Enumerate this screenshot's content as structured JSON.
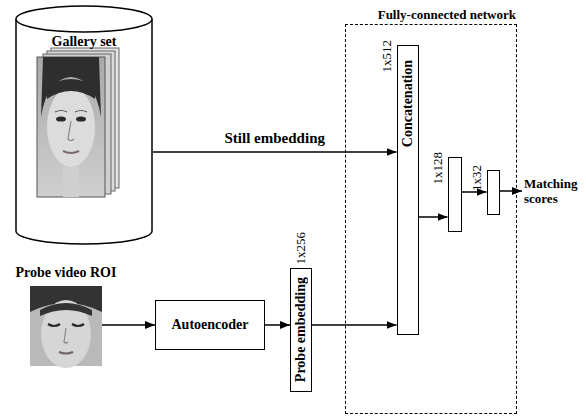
{
  "diagram": {
    "nodes": [
      {
        "text": [
          "Gallery set"
        ]
      },
      {
        "text": [
          "Probe video ROI"
        ]
      },
      {
        "text": [
          "Autoencoder"
        ]
      },
      {
        "text": [
          "1x256",
          "Probe embedding"
        ]
      },
      {
        "text": [
          "Fully-connected network"
        ]
      },
      {
        "text": [
          "1x512",
          "Concatenation"
        ],
        "in": 4
      },
      {
        "text": [
          "1x128"
        ],
        "in": 4
      },
      {
        "text": [
          "1x32"
        ],
        "in": 4
      }
    ],
    "edges": [
      {
        "from": 0,
        "to": 5,
        "arrow": "to",
        "label": "Still embedding"
      },
      {
        "from": 1,
        "to": 2,
        "arrow": "to"
      },
      {
        "from": 2,
        "to": 3,
        "arrow": "to"
      },
      {
        "from": 3,
        "to": 5,
        "arrow": "to"
      },
      {
        "from": 5,
        "to": 6,
        "arrow": "to"
      },
      {
        "from": 6,
        "to": 7,
        "arrow": "to"
      }
    ],
    "labels": [
      "Matching scores"
    ]
  }
}
